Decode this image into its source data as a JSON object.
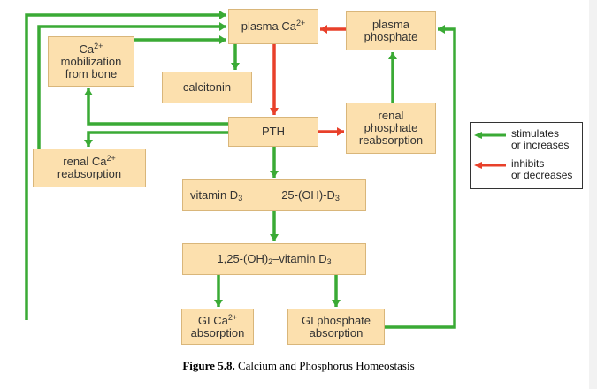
{
  "colors": {
    "stimulate": "#3aaa35",
    "inhibit": "#e8402a",
    "neutral": "#000000",
    "box_fill": "#fce0ae",
    "box_border": "#d9b67a"
  },
  "nodes": {
    "plasma_ca": {
      "label": "plasma Ca",
      "sup": "2+"
    },
    "plasma_phos": {
      "label": "plasma\nphosphate"
    },
    "ca_mob": {
      "line1": "Ca",
      "sup": "2+",
      "line2": "mobilization\nfrom bone"
    },
    "calcitonin": {
      "label": "calcitonin"
    },
    "pth": {
      "label": "PTH"
    },
    "renal_phos": {
      "label": "renal\nphosphate\nreabsorption"
    },
    "renal_ca": {
      "line1": "renal Ca",
      "sup": "2+",
      "line2": "reabsorption"
    },
    "vitd": {
      "pre": "vitamin D",
      "sub": "3",
      "post_pre": "25-(OH)-D",
      "post_sub": "3"
    },
    "vitd125": {
      "pre": "1,25-(OH)",
      "sub": "2",
      "mid": "–vitamin D",
      "sub2": "3"
    },
    "gi_ca": {
      "line1": "GI Ca",
      "sup": "2+",
      "line2": "absorption"
    },
    "gi_phos": {
      "label": "GI phosphate\nabsorption"
    }
  },
  "legend": {
    "stimulates": "stimulates\nor increases",
    "inhibits": "inhibits\nor decreases"
  },
  "caption": {
    "label": "Figure 5.8.",
    "text": " Calcium and Phosphorus Homeostasis"
  }
}
